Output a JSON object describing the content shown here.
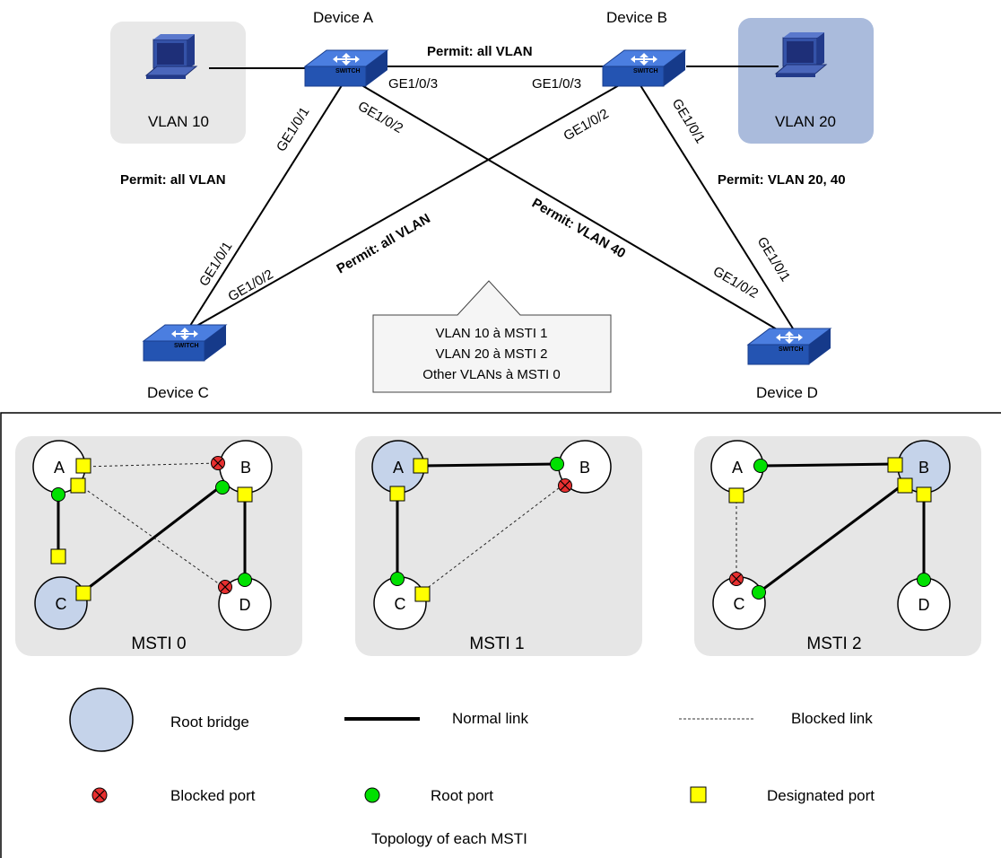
{
  "devices": {
    "a": "Device A",
    "b": "Device B",
    "c": "Device C",
    "d": "Device D",
    "switch_badge": "SWITCH"
  },
  "hosts": {
    "vlan10": "VLAN 10",
    "vlan20": "VLAN 20"
  },
  "ports": {
    "a_to_b": "GE1/0/3",
    "b_to_a": "GE1/0/3",
    "a_to_c": "GE1/0/1",
    "a_to_d": "GE1/0/2",
    "b_to_c": "GE1/0/2",
    "b_to_d": "GE1/0/1",
    "c_to_a": "GE1/0/1",
    "c_to_b": "GE1/0/2",
    "d_to_a": "GE1/0/2",
    "d_to_b": "GE1/0/1"
  },
  "permits": {
    "ab": "Permit: all VLAN",
    "ac": "Permit: all VLAN",
    "bc": "Permit: all VLAN",
    "ad": "Permit: VLAN 40",
    "bd": "Permit: VLAN 20, 40"
  },
  "mapping_callout": [
    "VLAN 10 à MSTI 1",
    "VLAN 20 à MSTI 2",
    "Other VLANs à MSTI 0"
  ],
  "mstis": [
    {
      "title": "MSTI 0",
      "root": "C"
    },
    {
      "title": "MSTI 1",
      "root": "A"
    },
    {
      "title": "MSTI 2",
      "root": "B"
    }
  ],
  "node_labels": {
    "a": "A",
    "b": "B",
    "c": "C",
    "d": "D"
  },
  "legend": {
    "root_bridge": "Root bridge",
    "normal_link": "Normal link",
    "blocked_link": "Blocked link",
    "blocked_port": "Blocked port",
    "root_port": "Root port",
    "designated_port": "Designated port"
  },
  "caption": "Topology of each MSTI",
  "colors": {
    "root_fill": "#c5d3ea",
    "vlan20_host_bg": "#aabbdc",
    "vlan10_host_bg": "#e8e8e8",
    "panel_bg": "#e6e6e6",
    "root_port": "#00e000",
    "designated_port": "#ffff00",
    "blocked_port": "#e83030",
    "switch_blue": "#2a56b8"
  }
}
